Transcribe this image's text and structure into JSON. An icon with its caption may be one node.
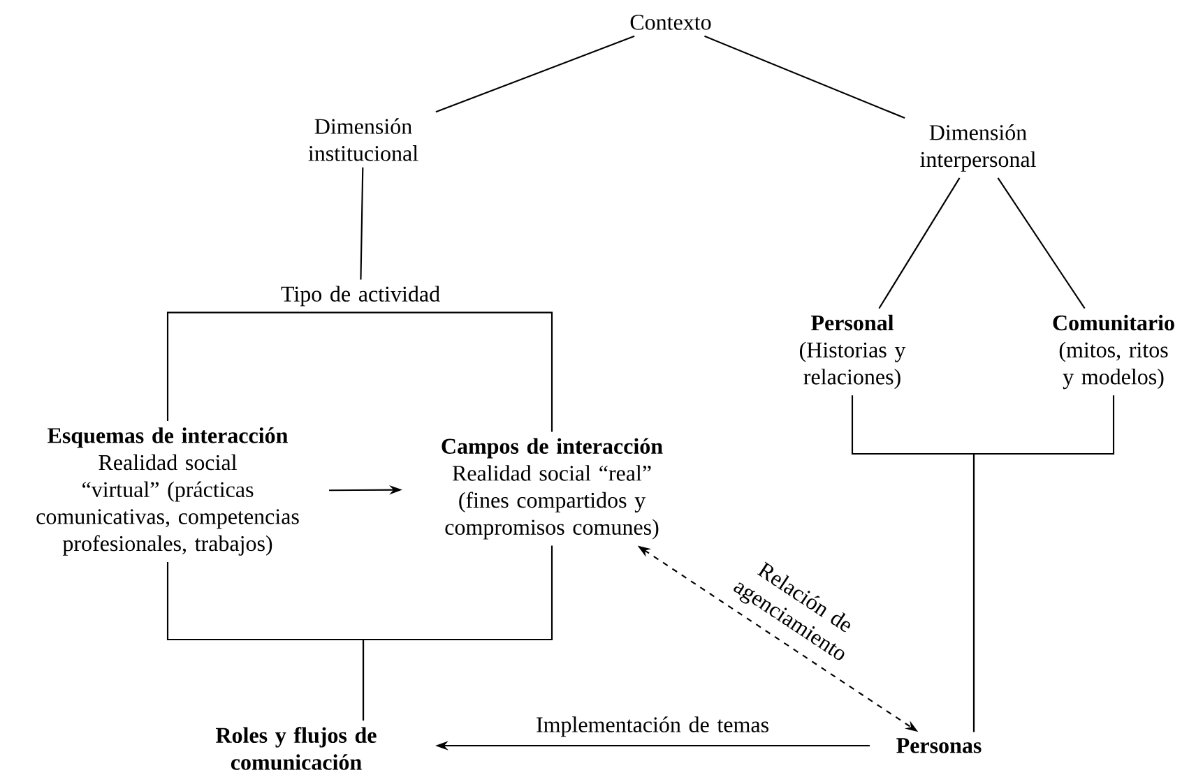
{
  "diagram": {
    "nodes": [
      {
        "text": [
          "Contexto"
        ]
      },
      {
        "text": [
          "Dimensión institucional"
        ]
      },
      {
        "text": [
          "Dimensión interpersonal"
        ]
      },
      {
        "text": [
          "Tipo de actividad"
        ]
      },
      {
        "text": [
          "Esquemas de interacción",
          "Realidad social “virtual” (prácticas comunicativas, competencias profesionales, trabajos)"
        ]
      },
      {
        "text": [
          "Campos de interacción",
          "Realidad social “real” (fines compartidos y compromisos comunes)"
        ]
      },
      {
        "text": [
          "Personal",
          "(Historias y relaciones)"
        ]
      },
      {
        "text": [
          "Comunitario",
          "(mitos, ritos y modelos)"
        ]
      },
      {
        "text": [
          "Roles y flujos de comunicación"
        ]
      },
      {
        "text": [
          "Personas"
        ]
      }
    ],
    "edges": [
      {
        "from": 0,
        "to": 1,
        "arrow": "none"
      },
      {
        "from": 0,
        "to": 2,
        "arrow": "none"
      },
      {
        "from": 1,
        "to": 3,
        "arrow": "none"
      },
      {
        "from": 2,
        "to": 6,
        "arrow": "none"
      },
      {
        "from": 2,
        "to": 7,
        "arrow": "none"
      },
      {
        "from": 3,
        "to": 4,
        "arrow": "none"
      },
      {
        "from": 3,
        "to": 5,
        "arrow": "none"
      },
      {
        "from": 4,
        "to": 5,
        "arrow": "to"
      },
      {
        "from": 4,
        "to": 8,
        "arrow": "none"
      },
      {
        "from": 5,
        "to": 8,
        "arrow": "none"
      },
      {
        "from": 6,
        "to": 9,
        "arrow": "none"
      },
      {
        "from": 7,
        "to": 9,
        "arrow": "none"
      },
      {
        "from": 5,
        "to": 9,
        "arrow": "both",
        "style": "dashed",
        "label": "Relación de agenciamiento"
      },
      {
        "from": 9,
        "to": 8,
        "arrow": "to",
        "label": "Implementación de temas"
      }
    ]
  }
}
